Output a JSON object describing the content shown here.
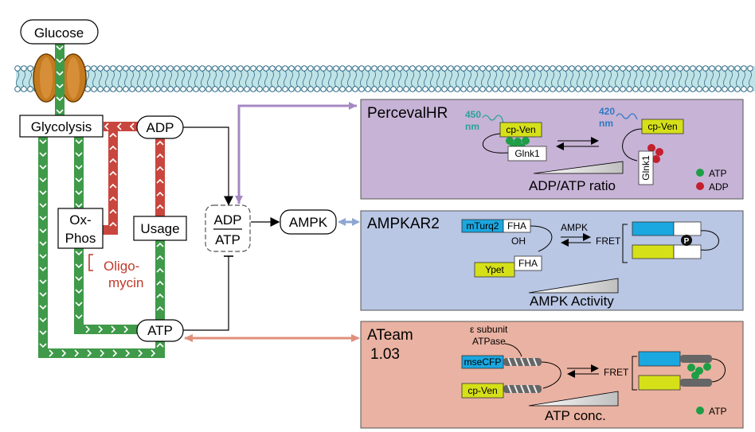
{
  "nodes": {
    "glucose": "Glucose",
    "glycolysis": "Glycolysis",
    "adp": "ADP",
    "oxphos_1": "Ox-",
    "oxphos_2": "Phos",
    "usage": "Usage",
    "atp": "ATP",
    "ratio_top": "ADP",
    "ratio_bottom": "ATP",
    "ampk": "AMPK",
    "oligomycin_1": "Oligo-",
    "oligomycin_2": "mycin"
  },
  "panels": {
    "perceval": {
      "title": "PercevalHR",
      "wave1_a": "450",
      "wave1_b": "nm",
      "wave2_a": "420",
      "wave2_b": "nm",
      "cpven1": "cp-Ven",
      "cpven2": "cp-Ven",
      "glnk1": "Glnk1",
      "glnk1_b": "Glnk1",
      "gradient_label": "ADP/ATP ratio",
      "legend_atp": "ATP",
      "legend_adp": "ADP"
    },
    "ampkar2": {
      "title": "AMPKAR2",
      "mturq": "mTurq2",
      "fha1": "FHA",
      "oh": "OH",
      "ypet": "Ypet",
      "fha2": "FHA",
      "ampk": "AMPK",
      "fret": "FRET",
      "p": "P",
      "gradient_label": "AMPK Activity"
    },
    "ateam": {
      "title_1": "ATeam",
      "title_2": "1.03",
      "eps_1": "ε subunit",
      "eps_2": "ATPase",
      "msecfp": "mseCFP",
      "cpven": "cp-Ven",
      "fret": "FRET",
      "gradient_label": "ATP conc.",
      "legend_atp": "ATP"
    }
  },
  "colors": {
    "green": "#3f9a49",
    "red": "#c9463e",
    "purple_panel": "#c7b3d6",
    "blue_panel": "#b9c6e4",
    "salmon_panel": "#eab2a2",
    "purple_arrow": "#a688c2",
    "blue_arrow": "#8ea6d3",
    "salmon_arrow": "#e1907c",
    "cyan": "#1ba7e0",
    "yellow": "#d6e019",
    "teal_text": "#2aa199",
    "blue_text": "#2f78c4",
    "oligo_red": "#c0392b"
  }
}
